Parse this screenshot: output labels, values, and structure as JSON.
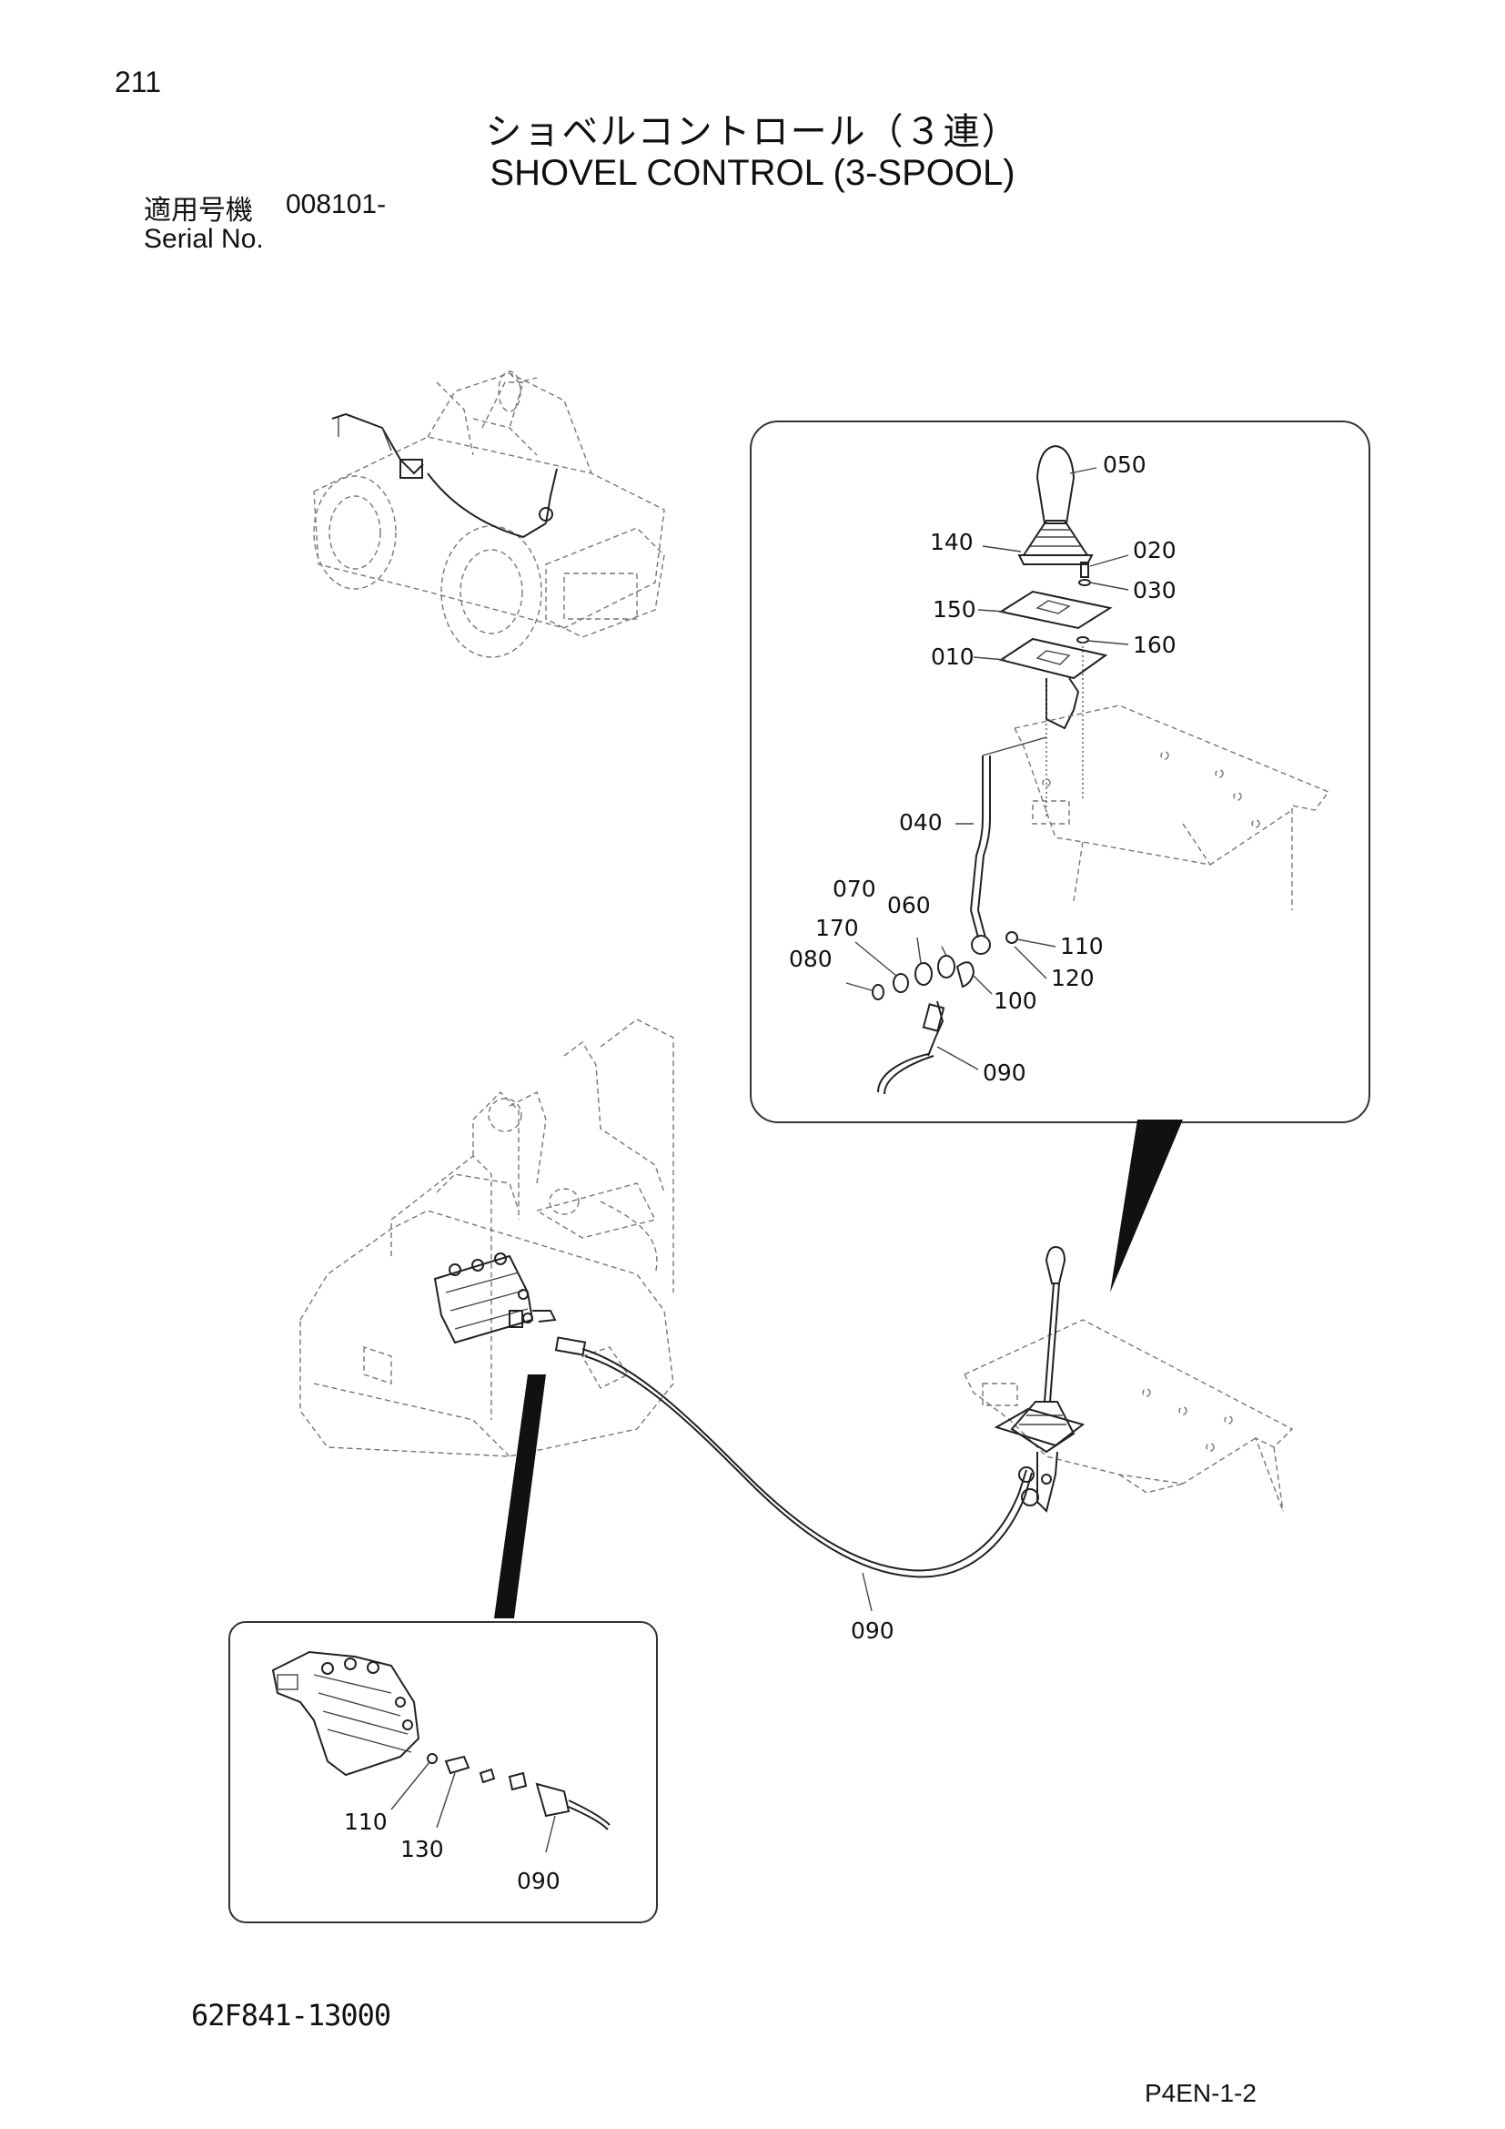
{
  "header": {
    "page_number": "211",
    "title_jp": "ショベルコントロール（３連）",
    "title_en": "SHOVEL CONTROL (3-SPOOL)",
    "serial_label_jp": "適用号機",
    "serial_value": "008101-",
    "serial_label_en": "Serial No."
  },
  "callouts": {
    "c050": "050",
    "c140": "140",
    "c020": "020",
    "c030": "030",
    "c150": "150",
    "c160": "160",
    "c010": "010",
    "c040": "040",
    "c070": "070",
    "c060": "060",
    "c170": "170",
    "c080": "080",
    "c110": "110",
    "c120": "120",
    "c100": "100",
    "c090": "090",
    "c090_main": "090",
    "c110_inset": "110",
    "c130_inset": "130",
    "c090_inset": "090"
  },
  "footer": {
    "part_number": "62F841-13000",
    "page_code": "P4EN-1-2"
  }
}
